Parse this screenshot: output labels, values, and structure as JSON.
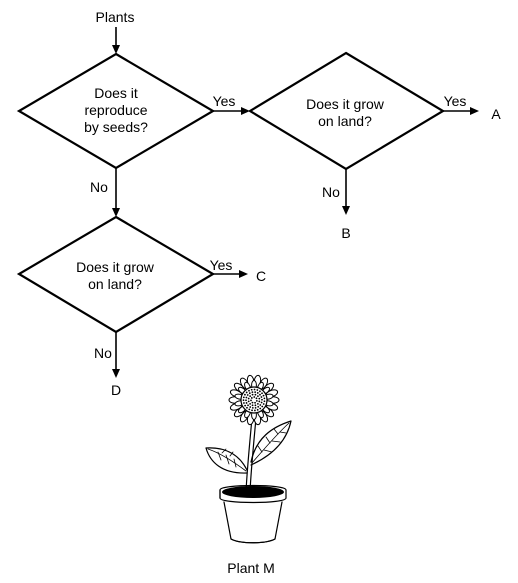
{
  "start_label": "Plants",
  "decision_seeds": {
    "question_lines": [
      "Does it",
      "reproduce",
      "by seeds?"
    ],
    "yes_label": "Yes",
    "no_label": "No"
  },
  "decision_land_top": {
    "question_lines": [
      "Does it grow",
      "on land?"
    ],
    "yes_label": "Yes",
    "no_label": "No"
  },
  "decision_land_bottom": {
    "question_lines": [
      "Does it grow",
      "on land?"
    ],
    "yes_label": "Yes",
    "no_label": "No"
  },
  "outcomes": {
    "a": "A",
    "b": "B",
    "c": "C",
    "d": "D"
  },
  "illustration": {
    "caption": "Plant M",
    "icon": "potted-sunflower-icon"
  }
}
